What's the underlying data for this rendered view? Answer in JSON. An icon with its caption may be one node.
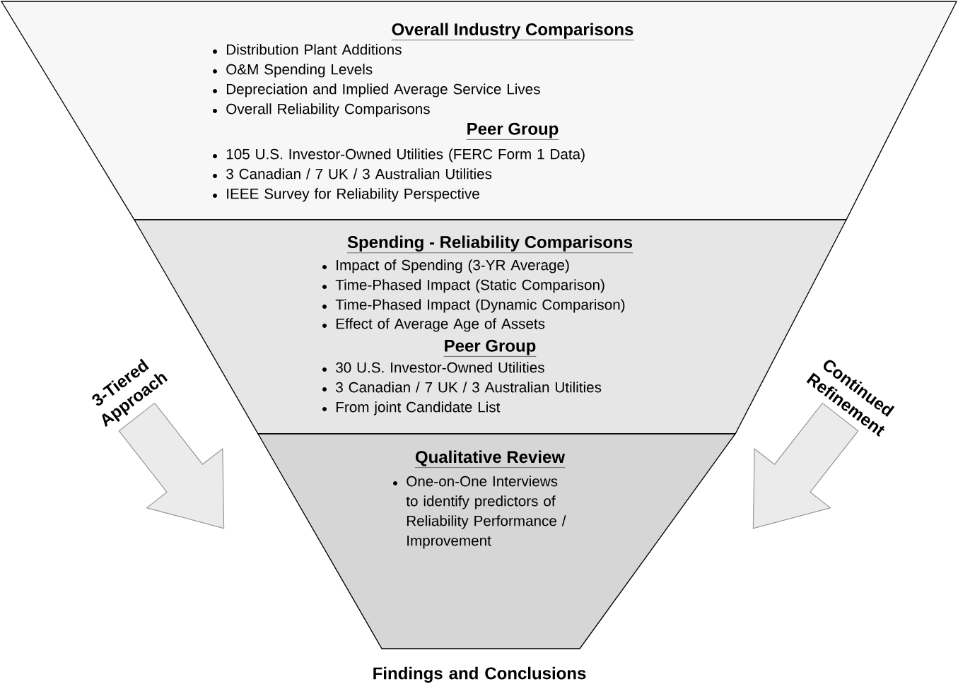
{
  "diagram": {
    "nodes": [
      {
        "text": [
          "Overall Industry Comparisons",
          "Distribution Plant Additions",
          "O&M Spending Levels",
          "Depreciation and Implied Average Service Lives",
          "Overall Reliability Comparisons",
          "Peer Group",
          "105 U.S. Investor-Owned Utilities (FERC Form 1 Data)",
          "3 Canadian / 7 UK / 3 Australian Utilities",
          "IEEE Survey for Reliability Perspective"
        ]
      },
      {
        "text": [
          "Spending - Reliability Comparisons",
          "Impact of Spending (3-YR Average)",
          "Time-Phased Impact (Static Comparison)",
          "Time-Phased Impact (Dynamic Comparison)",
          "Effect of Average Age of Assets",
          "Peer Group",
          "30 U.S. Investor-Owned Utilities",
          "3 Canadian / 7 UK / 3 Australian Utilities",
          "From joint Candidate List"
        ]
      },
      {
        "text": [
          "Qualitative Review",
          "One-on-One Interviews to identify predictors of Reliability Performance / Improvement"
        ]
      }
    ],
    "labels": [
      "3-Tiered Approach",
      "Continued Refinement",
      "Findings and Conclusions"
    ]
  }
}
